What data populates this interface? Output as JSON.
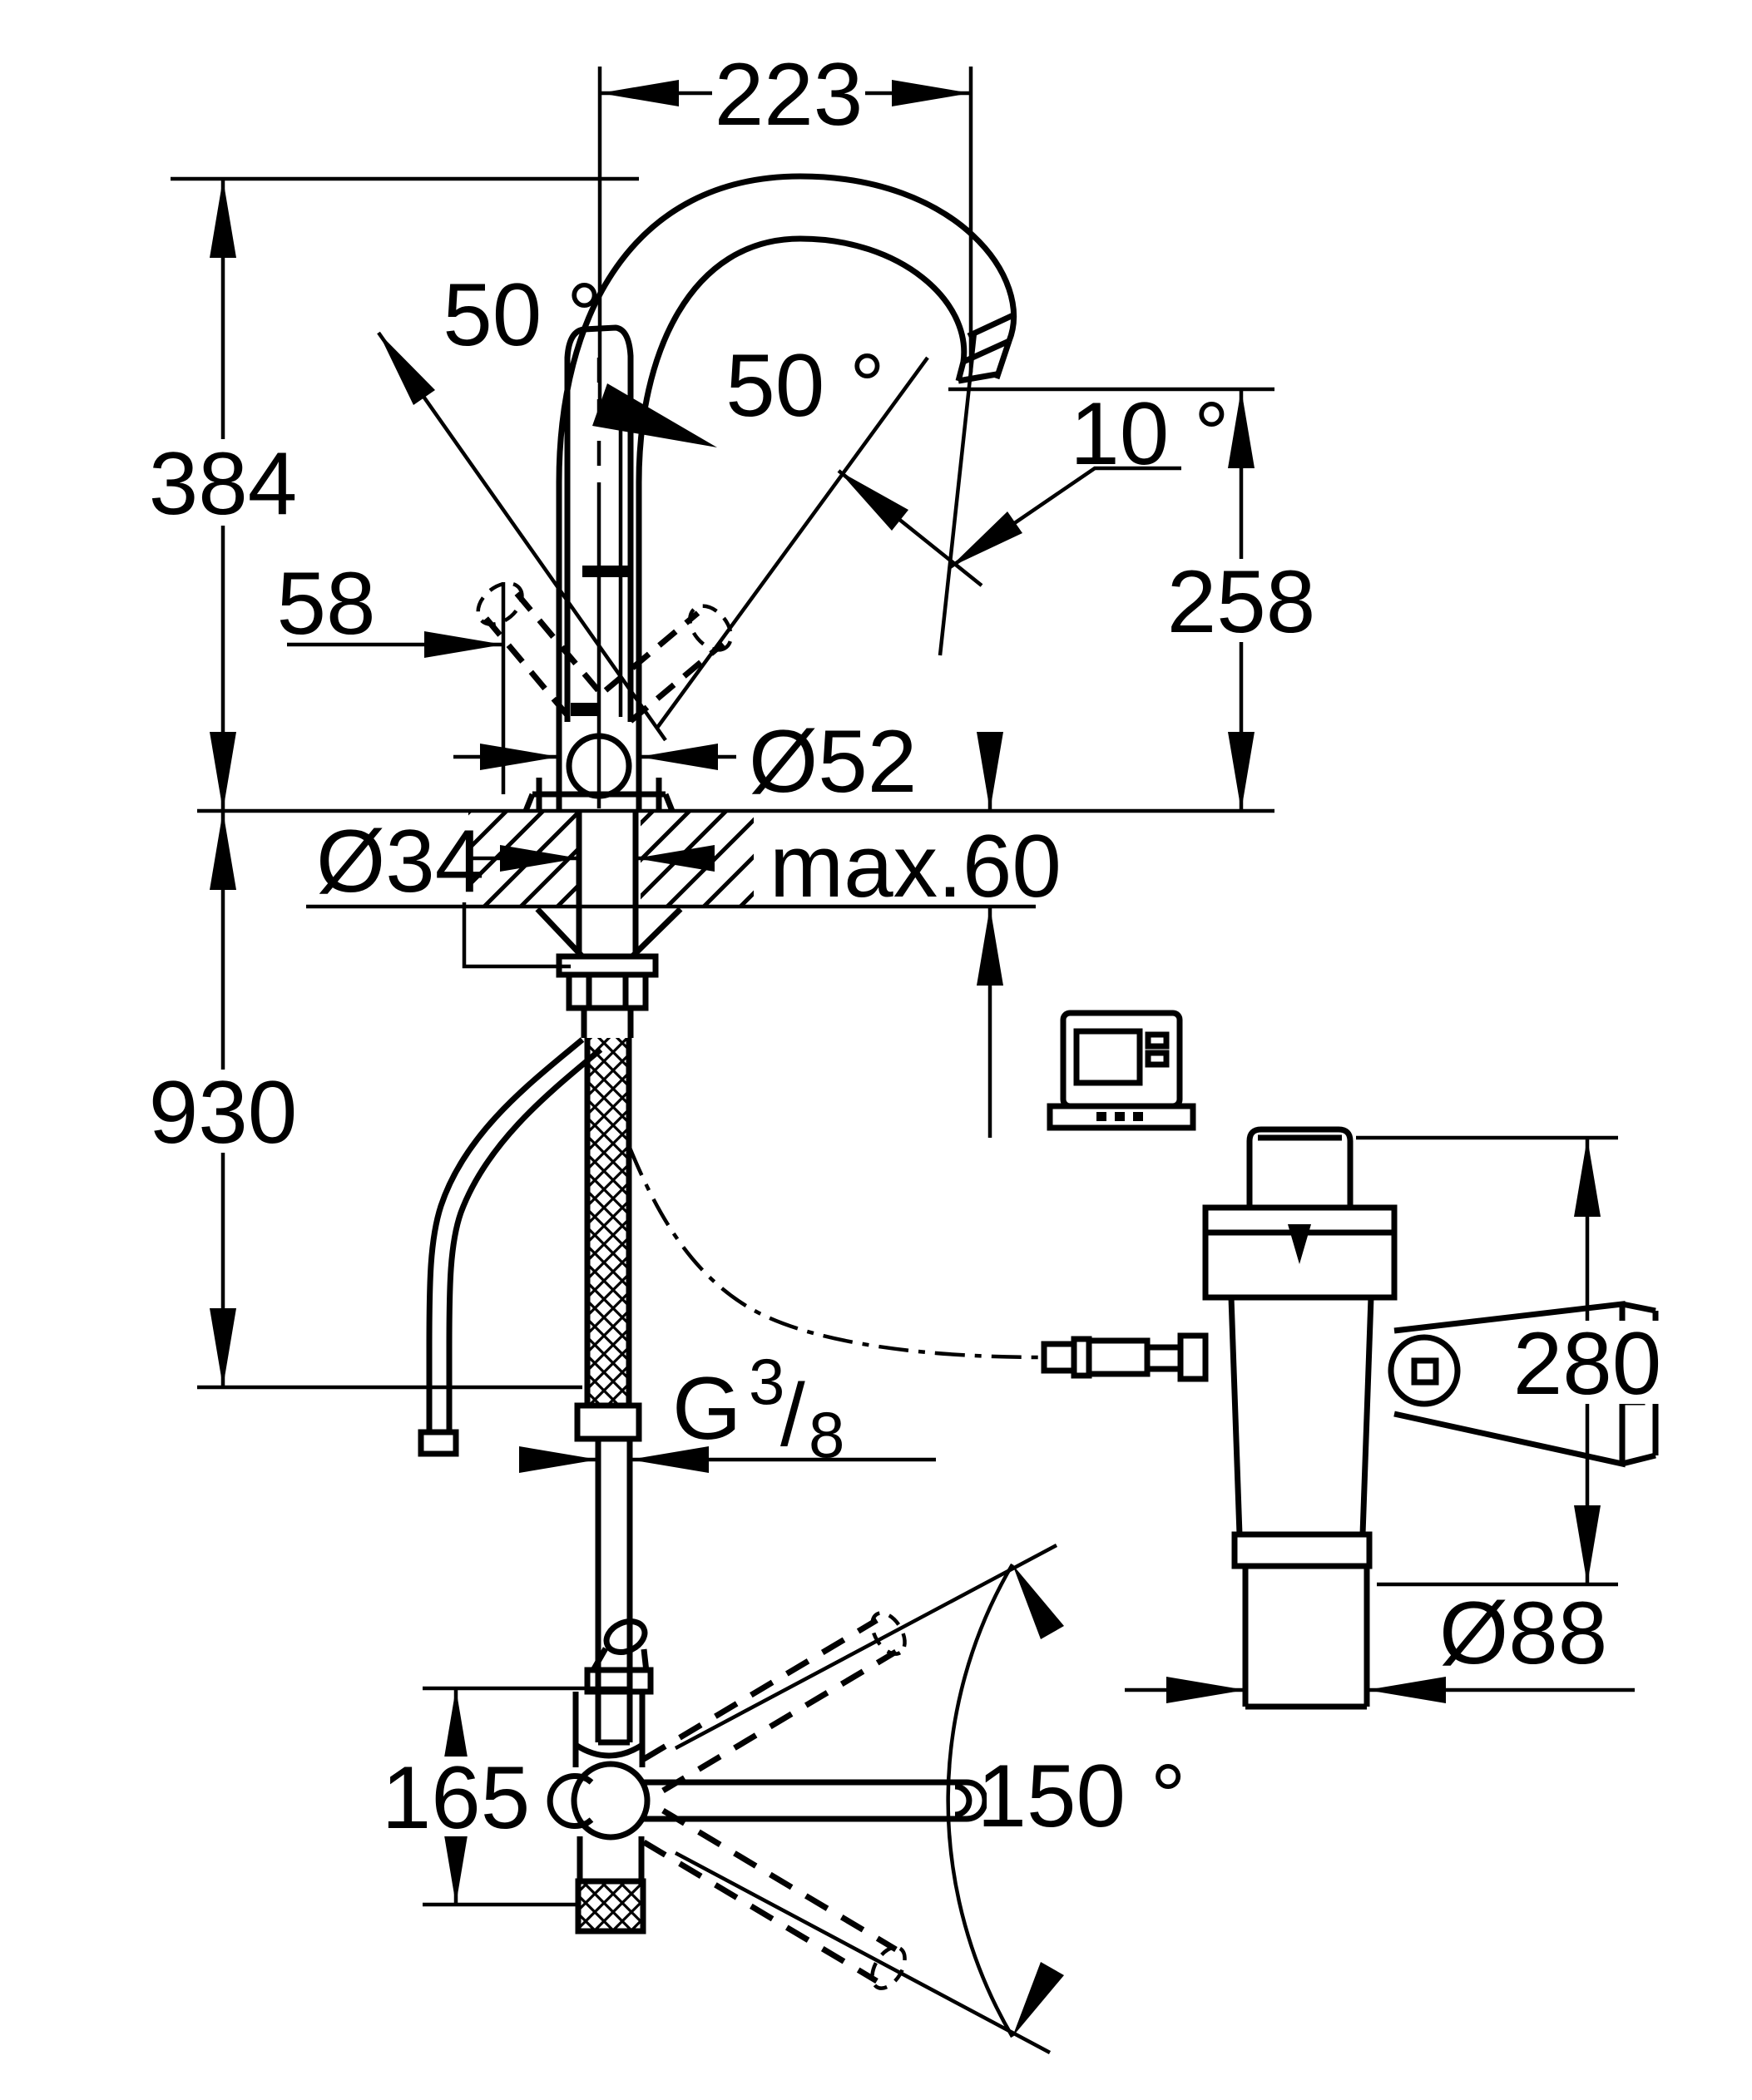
{
  "drawing": {
    "type": "technical installation diagram of kitchen faucet with filter",
    "background": "#ffffff",
    "line_color": "#000000",
    "dimensions": {
      "spout_reach": "223",
      "handle_angle_left": "50 °",
      "handle_angle_right": "50 °",
      "outlet_angle": "10 °",
      "height_total": "384",
      "outlet_height": "258",
      "handle_offset": "58",
      "body_diameter": "Ø52",
      "hole_diameter": "Ø34",
      "counter_thickness": "max.60",
      "hose_length": "930",
      "thread_g": "G",
      "thread_num": "3",
      "thread_slash": "/",
      "thread_den": "8",
      "filter_height": "280",
      "filter_diameter": "Ø88",
      "top_view_height": "165",
      "swivel_angle": "150 °"
    }
  }
}
